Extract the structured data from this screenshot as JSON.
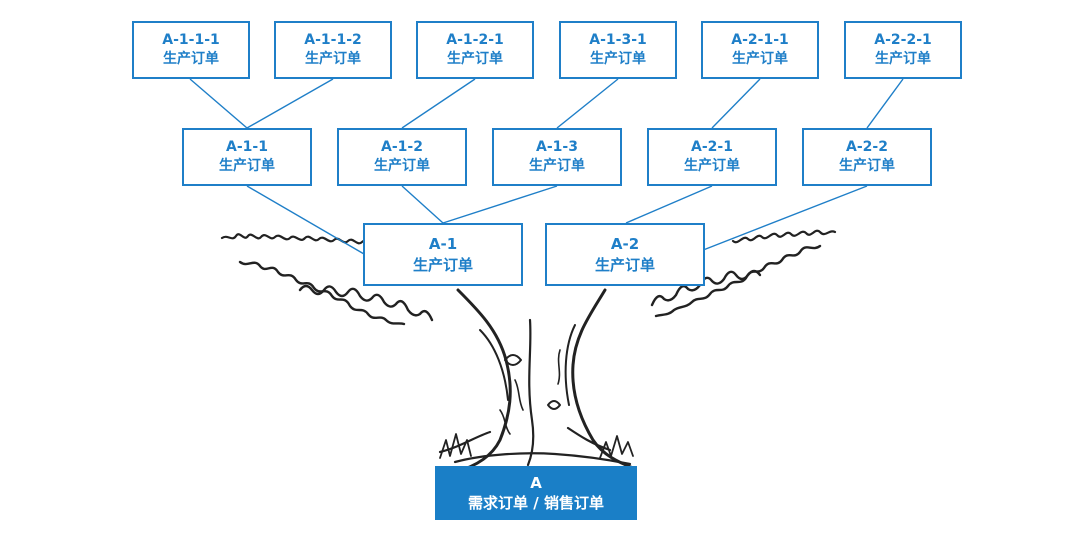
{
  "diagram": {
    "root": {
      "code": "A",
      "desc": "需求订单 / 销售订单"
    },
    "level1": [
      {
        "code": "A-1",
        "desc": "生产订单"
      },
      {
        "code": "A-2",
        "desc": "生产订单"
      }
    ],
    "level2": [
      {
        "code": "A-1-1",
        "desc": "生产订单"
      },
      {
        "code": "A-1-2",
        "desc": "生产订单"
      },
      {
        "code": "A-1-3",
        "desc": "生产订单"
      },
      {
        "code": "A-2-1",
        "desc": "生产订单"
      },
      {
        "code": "A-2-2",
        "desc": "生产订单"
      }
    ],
    "level3": [
      {
        "code": "A-1-1-1",
        "desc": "生产订单"
      },
      {
        "code": "A-1-1-2",
        "desc": "生产订单"
      },
      {
        "code": "A-1-2-1",
        "desc": "生产订单"
      },
      {
        "code": "A-1-3-1",
        "desc": "生产订单"
      },
      {
        "code": "A-2-1-1",
        "desc": "生产订单"
      },
      {
        "code": "A-2-2-1",
        "desc": "生产订单"
      }
    ],
    "colors": {
      "accent": "#1f7fc8",
      "root_fill": "#1a7fc7",
      "tree_ink": "#222222"
    }
  }
}
